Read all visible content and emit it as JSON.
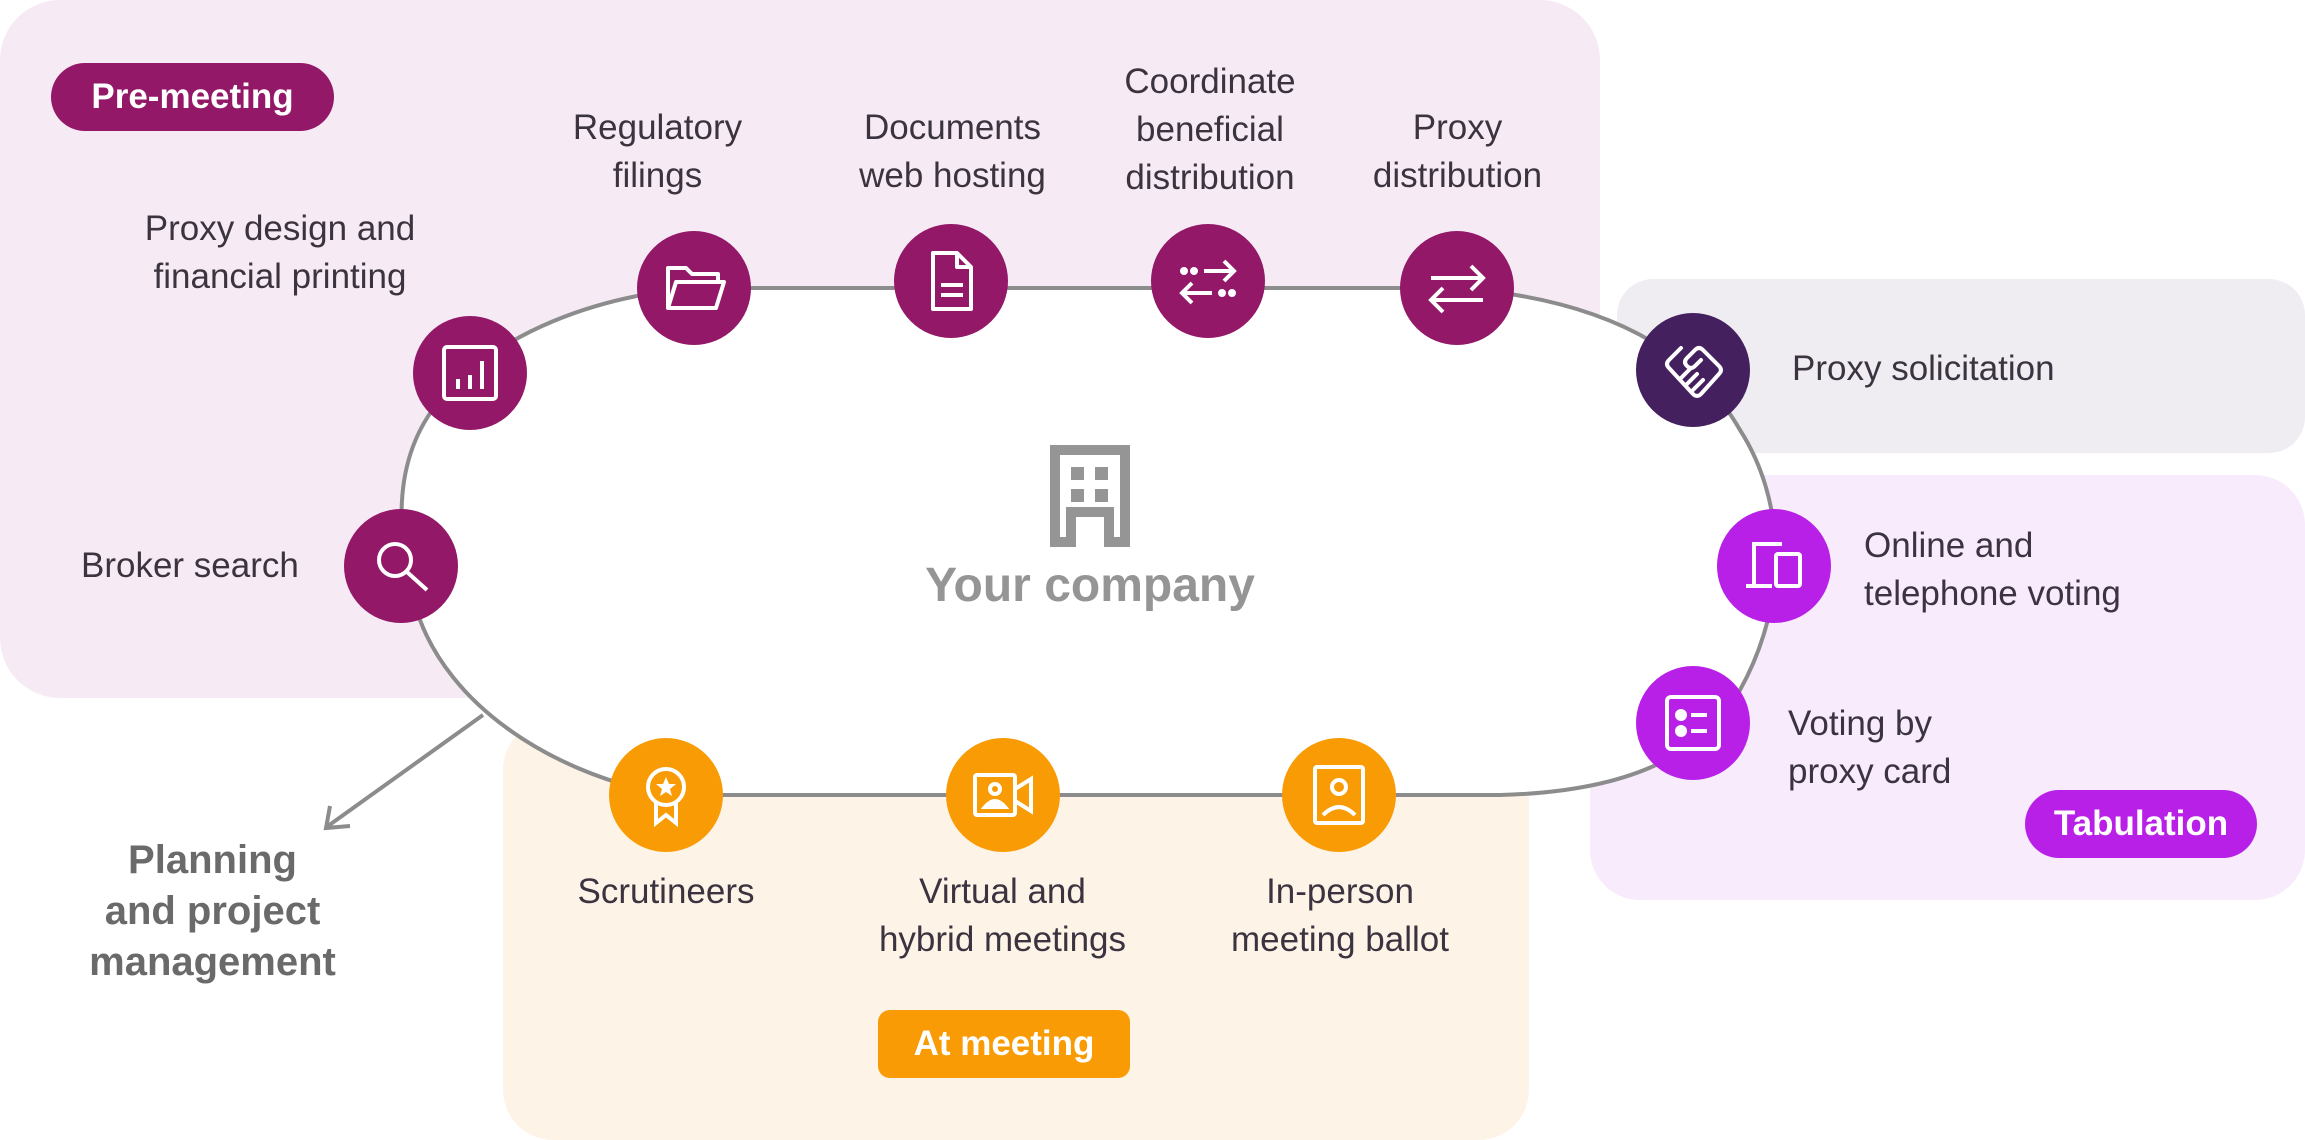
{
  "colors": {
    "pre_meeting": "#931868",
    "solicitation": "#44205f",
    "tabulation": "#b820e8",
    "at_meeting": "#f99b04",
    "connector": "#8c8c8c",
    "center_text": "#959595"
  },
  "phases": {
    "pre_meeting": "Pre-meeting",
    "tabulation": "Tabulation",
    "at_meeting": "At meeting"
  },
  "center": {
    "icon": "building-icon",
    "label": "Your company"
  },
  "planning": {
    "line1": "Planning",
    "line2": "and project",
    "line3": "management"
  },
  "steps": [
    {
      "id": "proxy-design",
      "phase": "pre_meeting",
      "icon": "bar-chart-icon",
      "lines": [
        "Proxy design and",
        "financial printing"
      ]
    },
    {
      "id": "regulatory-filings",
      "phase": "pre_meeting",
      "icon": "folder-open-icon",
      "lines": [
        "Regulatory",
        "filings"
      ]
    },
    {
      "id": "documents-web-hosting",
      "phase": "pre_meeting",
      "icon": "document-icon",
      "lines": [
        "Documents",
        "web hosting"
      ]
    },
    {
      "id": "coordinate-beneficial-distribution",
      "phase": "pre_meeting",
      "icon": "dotted-arrows-icon",
      "lines": [
        "Coordinate",
        "beneficial",
        "distribution"
      ]
    },
    {
      "id": "proxy-distribution",
      "phase": "pre_meeting",
      "icon": "swap-arrows-icon",
      "lines": [
        "Proxy",
        "distribution"
      ]
    },
    {
      "id": "proxy-solicitation",
      "phase": "solicitation",
      "icon": "handshake-icon",
      "lines": [
        "Proxy solicitation"
      ]
    },
    {
      "id": "online-telephone-voting",
      "phase": "tabulation",
      "icon": "devices-icon",
      "lines": [
        "Online and",
        "telephone voting"
      ]
    },
    {
      "id": "voting-proxy-card",
      "phase": "tabulation",
      "icon": "ballot-list-icon",
      "lines": [
        "Voting by",
        "proxy card"
      ]
    },
    {
      "id": "in-person-ballot",
      "phase": "at_meeting",
      "icon": "person-frame-icon",
      "lines": [
        "In-person",
        "meeting ballot"
      ]
    },
    {
      "id": "virtual-hybrid",
      "phase": "at_meeting",
      "icon": "video-call-icon",
      "lines": [
        "Virtual and",
        "hybrid meetings"
      ]
    },
    {
      "id": "scrutineers",
      "phase": "at_meeting",
      "icon": "award-ribbon-icon",
      "lines": [
        "Scrutineers"
      ]
    },
    {
      "id": "broker-search",
      "phase": "pre_meeting",
      "icon": "search-icon",
      "lines": [
        "Broker search"
      ]
    }
  ]
}
